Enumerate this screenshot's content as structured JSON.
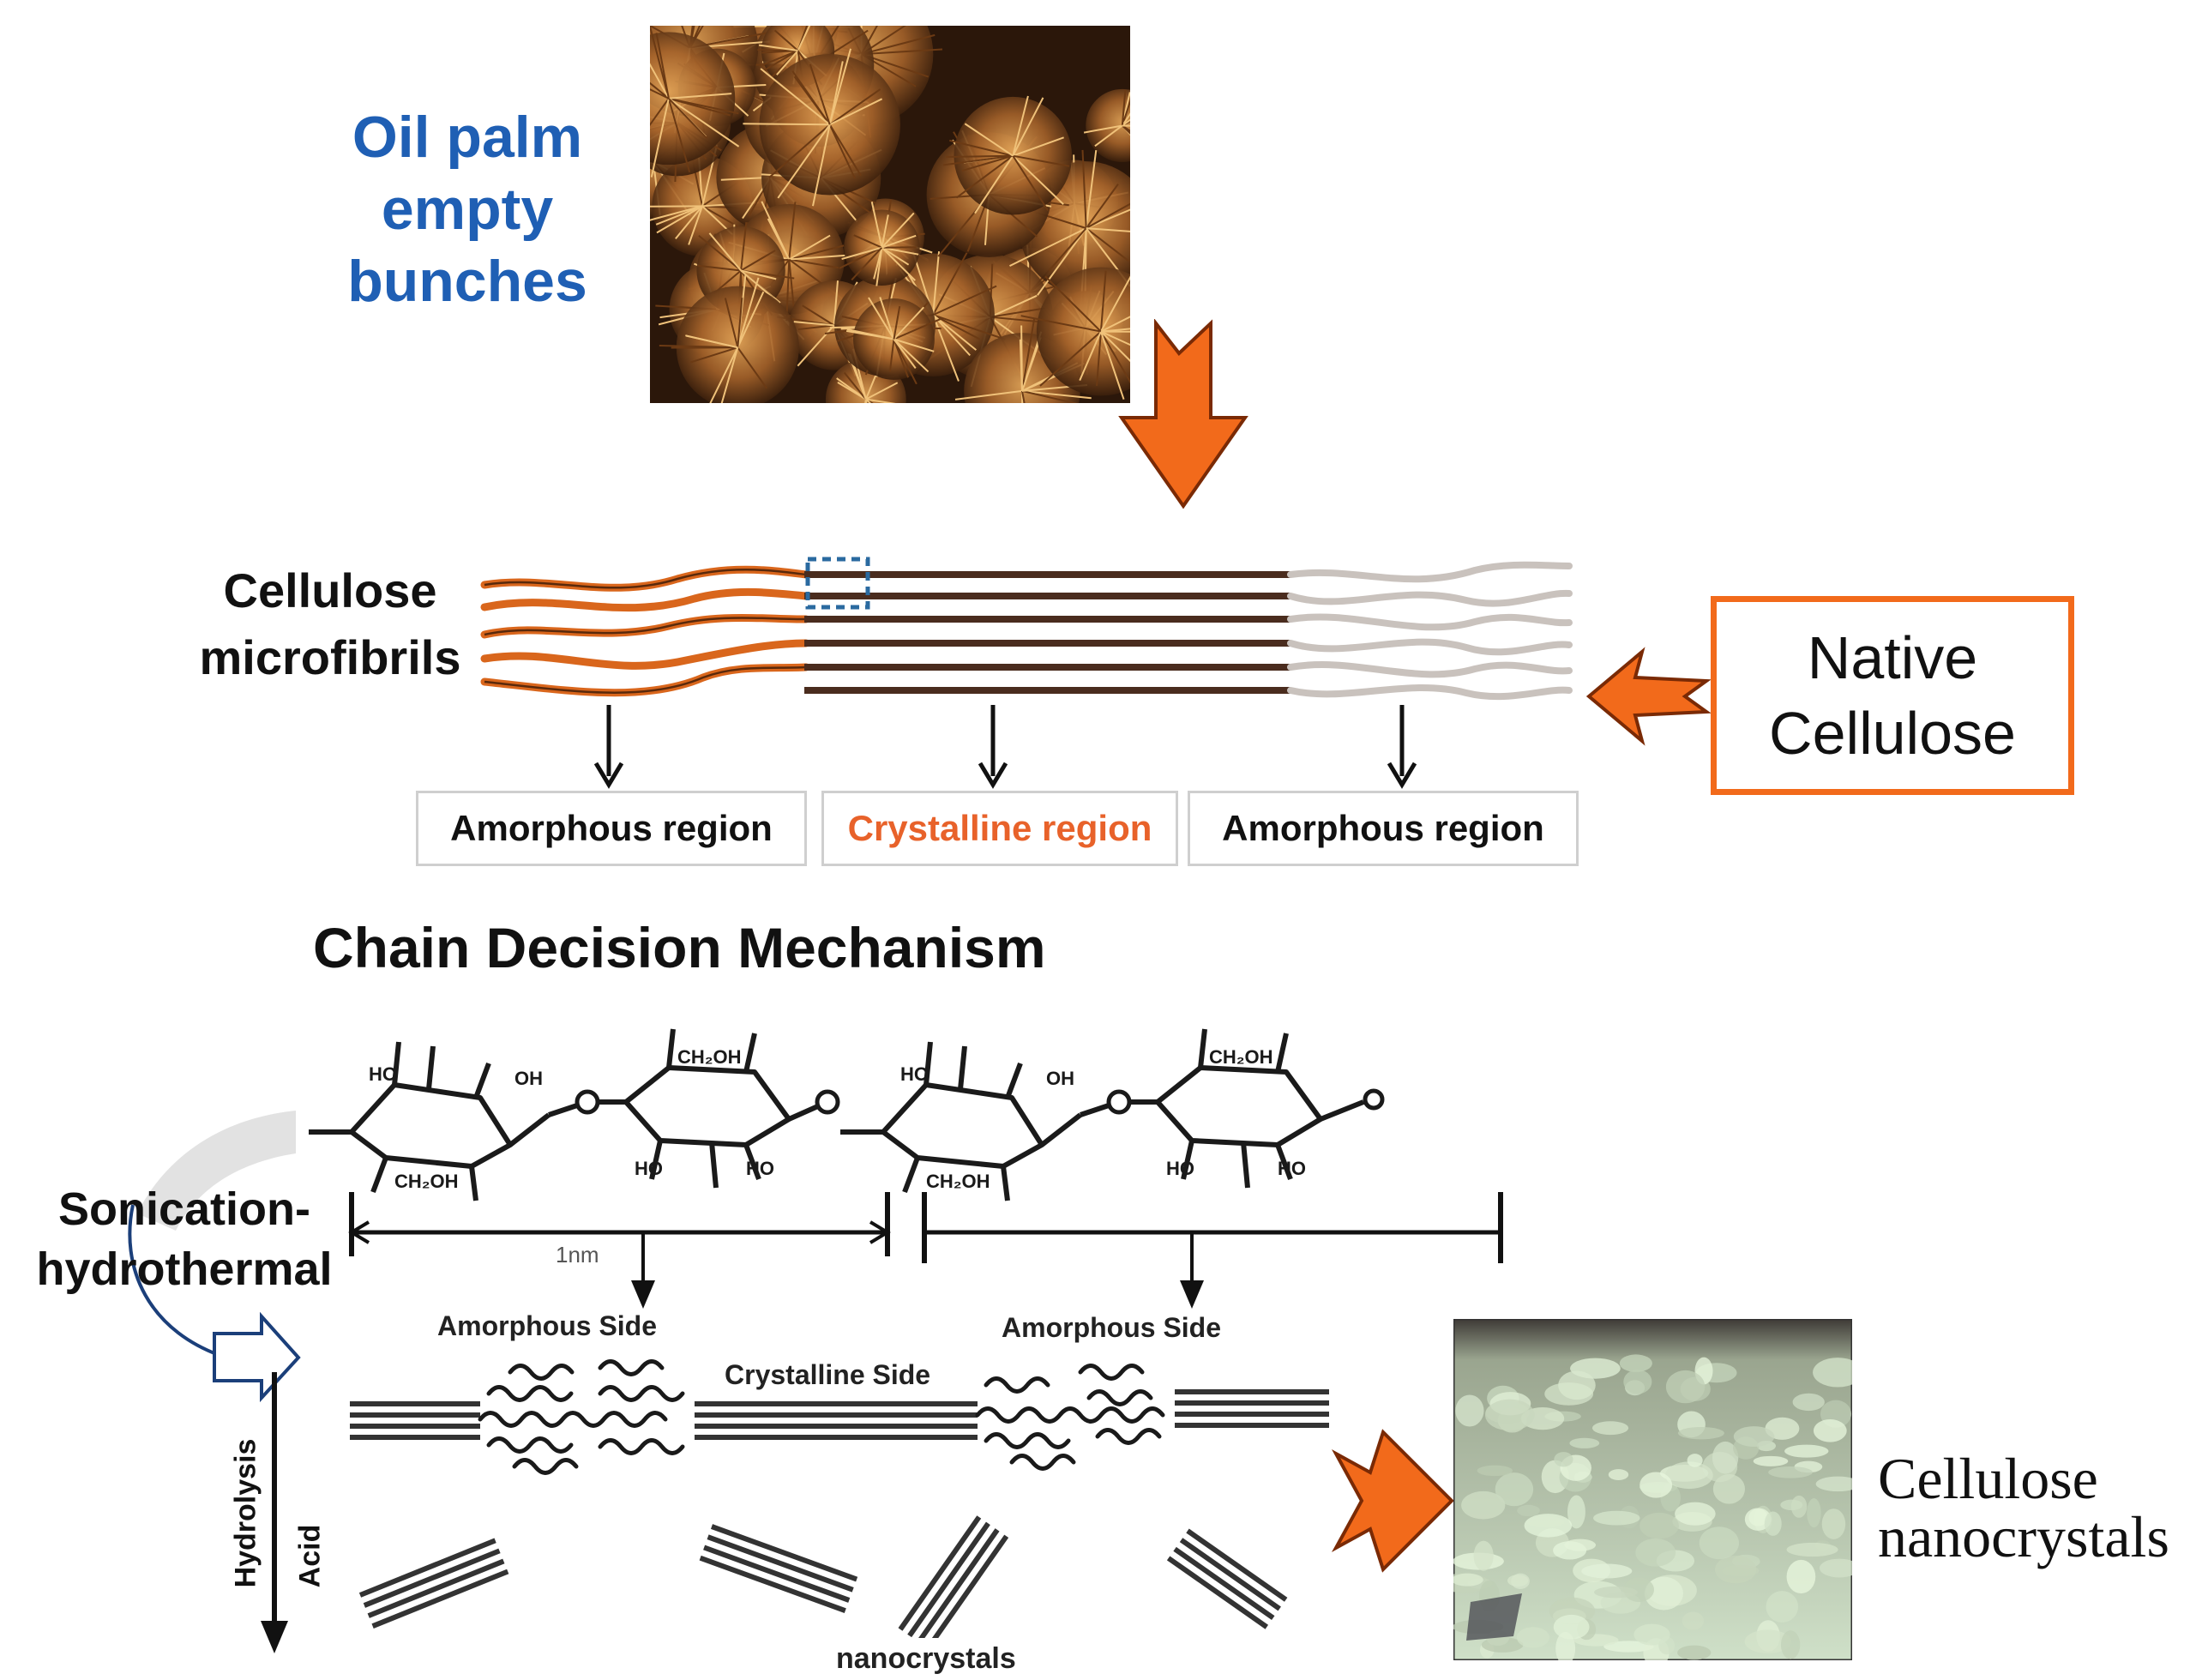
{
  "top": {
    "source_title_lines": [
      "Oil palm",
      "empty",
      "bunches"
    ]
  },
  "microfibril": {
    "label_lines": [
      "Cellulose",
      "microfibrils"
    ],
    "regions": [
      {
        "label": "Amorphous region",
        "color": "#111111"
      },
      {
        "label": "Crystalline region",
        "color": "#e8622a"
      },
      {
        "label": "Amorphous region",
        "color": "#111111"
      }
    ],
    "native_box_lines": [
      "Native",
      "Cellulose"
    ]
  },
  "mechanism": {
    "title": "Chain Decision Mechanism",
    "scale_label": "1nm",
    "process_lines": [
      "Sonication-",
      "hydrothermal"
    ],
    "acid_label": "Acid",
    "hydrolysis_label": "Hydrolysis",
    "amorphous_side_left": "Amorphous Side",
    "amorphous_side_right": "Amorphous Side",
    "crystalline_side": "Crystalline Side",
    "nanocrystals_label": "nanocrystals",
    "product_lines": [
      "Cellulose",
      "nanocrystals"
    ]
  },
  "colors": {
    "accent_orange": "#f26a1b",
    "title_blue": "#1f5fb4",
    "crystalline_text": "#e8622a",
    "process_arrow_blue": "#1b3f7a"
  }
}
